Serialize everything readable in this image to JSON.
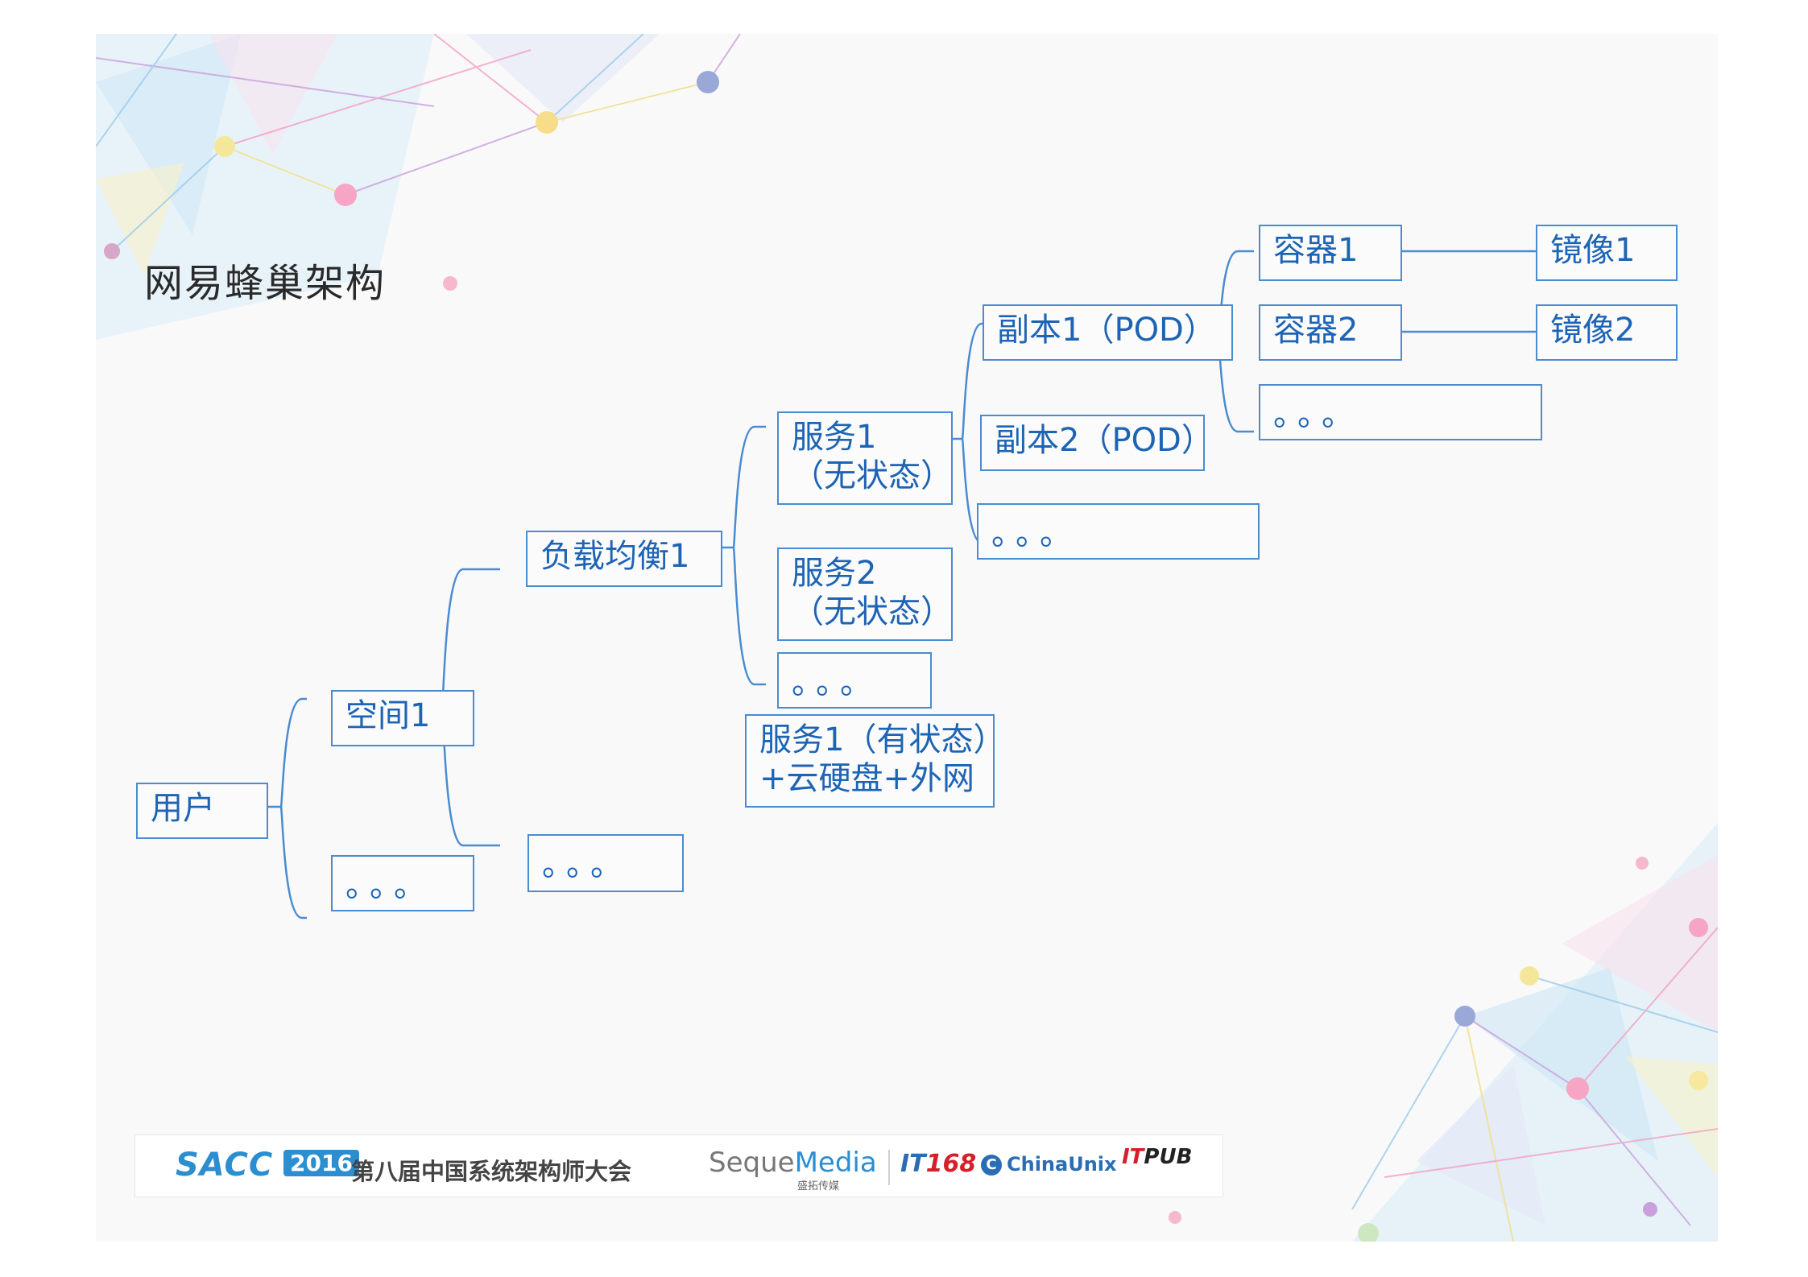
{
  "title": "网易蜂巢架构",
  "colors": {
    "box_border": "#4a8cd0",
    "box_text": "#1d64b4",
    "background": "#f9f9fa"
  },
  "nodes": {
    "user": "用户",
    "space1": "空间1",
    "space_more": "。。。",
    "lb1": "负载均衡1",
    "lb_more": "。。。",
    "service1": [
      "服务1",
      "（无状态）"
    ],
    "service2": [
      "服务2",
      "（无状态）"
    ],
    "service_more": "。。。",
    "stateful": [
      "服务1（有状态）",
      "+云硬盘+外网"
    ],
    "replica1": "副本1（POD）",
    "replica2": "副本2（POD）",
    "replica_more": "。。。",
    "container1": "容器1",
    "container2": "容器2",
    "container_more": "。。。",
    "image1": "镜像1",
    "image2": "镜像2"
  },
  "footer": {
    "sacc": "SACC",
    "year": "2016",
    "conference": "第八届中国系统架构师大会",
    "seque_a": "Seque",
    "seque_b": "Media",
    "seque_sub": "盛拓传媒",
    "it168_a": "IT",
    "it168_b": "168",
    "chinaunix": "ChinaUnix",
    "itpub_a": "IT",
    "itpub_b": "PUB"
  }
}
